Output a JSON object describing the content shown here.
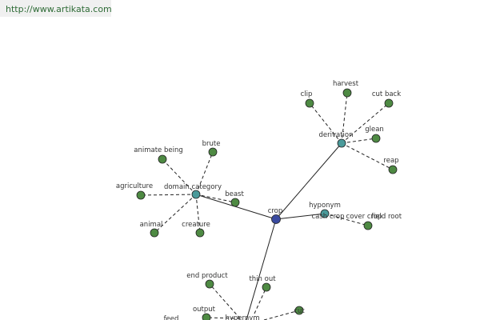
{
  "header": {
    "url": "http://www.artikata.com"
  },
  "colors": {
    "leaf": "#4e8a43",
    "hub": "#4a9a9a",
    "center": "#3a4aa0",
    "stroke": "#222222",
    "url_text": "#2e6b36"
  },
  "graph": {
    "center": "crop",
    "hubs": {
      "domain_category": "domain category",
      "derivation": "derivation",
      "hyponym_right": "hyponym",
      "hypernym": "hypernym"
    },
    "domain_category_terms": {
      "animate_being": "animate being",
      "brute": "brute",
      "agriculture": "agriculture",
      "beast": "beast",
      "animal": "animal",
      "creature": "creature"
    },
    "derivation_terms": {
      "clip": "clip",
      "harvest": "harvest",
      "cut_back": "cut back",
      "glean": "glean",
      "reap": "reap"
    },
    "hyponym_terms": {
      "cash_crop": "cash crop",
      "cover_crop": "cover crop",
      "field_root": "field root"
    },
    "hypernym_terms": {
      "end_product": "end product",
      "thin_out": "thin out",
      "output": "output",
      "cut": "cut",
      "feed": "feed"
    }
  }
}
